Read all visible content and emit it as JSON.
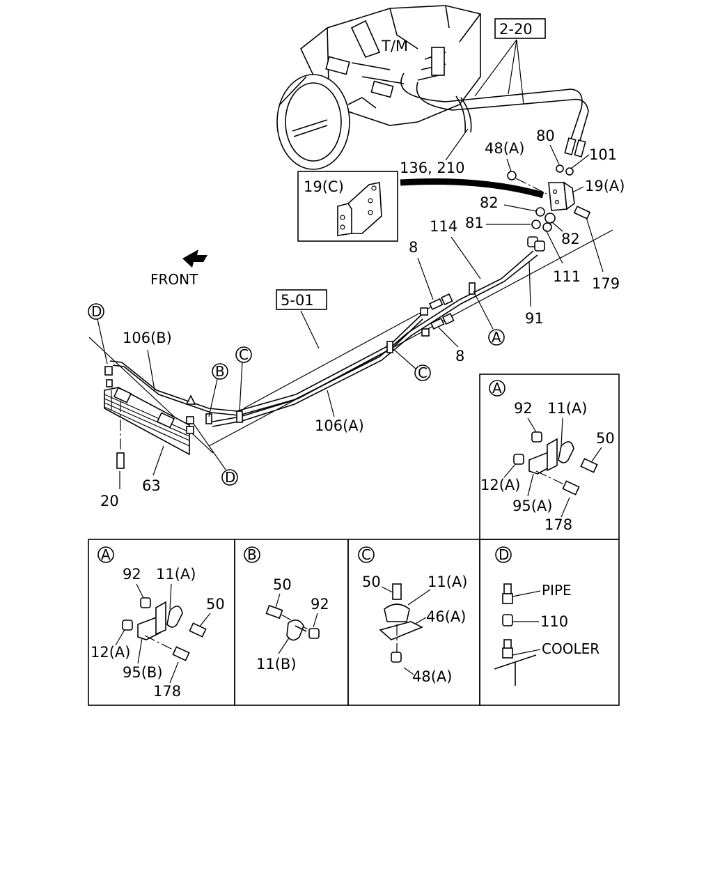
{
  "labels": {
    "tm": "T/M",
    "ref_2_20": "2-20",
    "ref_5_01": "5-01",
    "front": "FRONT",
    "p136_210": "136, 210",
    "p48a": "48(A)",
    "p80": "80",
    "p101": "101",
    "p19a": "19(A)",
    "p19c": "19(C)",
    "p82a": "82",
    "p82b": "82",
    "p81": "81",
    "p114": "114",
    "p111": "111",
    "p179": "179",
    "p8a": "8",
    "p8b": "8",
    "p91": "91",
    "p106b": "106(B)",
    "p106a": "106(A)",
    "p20": "20",
    "p63": "63",
    "callout_a1": "A",
    "callout_b1": "B",
    "callout_c1": "C",
    "callout_c2": "C",
    "callout_d1": "D",
    "callout_d2": "D"
  },
  "detail_a_top": {
    "letter": "A",
    "p92": "92",
    "p11a": "11(A)",
    "p50": "50",
    "p12a": "12(A)",
    "p95a": "95(A)",
    "p178": "178"
  },
  "detail_a": {
    "letter": "A",
    "p92": "92",
    "p11a": "11(A)",
    "p50": "50",
    "p12a": "12(A)",
    "p95b": "95(B)",
    "p178": "178"
  },
  "detail_b": {
    "letter": "B",
    "p50": "50",
    "p92": "92",
    "p11b": "11(B)"
  },
  "detail_c": {
    "letter": "C",
    "p50": "50",
    "p11a": "11(A)",
    "p46a": "46(A)",
    "p48a": "48(A)"
  },
  "detail_d": {
    "letter": "D",
    "pipe": "PIPE",
    "p110": "110",
    "cooler": "COOLER"
  }
}
